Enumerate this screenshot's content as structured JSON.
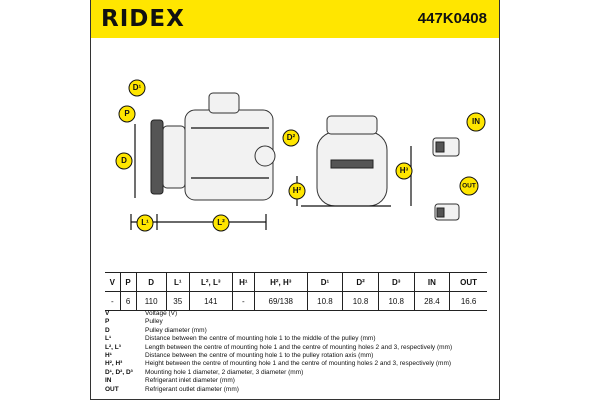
{
  "brand": "RIDEX",
  "part_number": "447K0408",
  "labels": {
    "D1": "D¹",
    "P": "P",
    "D": "D",
    "D2": "D²",
    "H2": "H²",
    "H3": "H³",
    "L1": "L¹",
    "L2": "L²",
    "IN": "IN",
    "OUT": "OUT"
  },
  "table": {
    "headers": [
      "V",
      "P",
      "D",
      "L¹",
      "L², L³",
      "H¹",
      "H², H³",
      "D¹",
      "D²",
      "D³",
      "IN",
      "OUT"
    ],
    "values": [
      "-",
      "6",
      "110",
      "35",
      "141",
      "-",
      "69/138",
      "10.8",
      "10.8",
      "10.8",
      "28.4",
      "16.6"
    ]
  },
  "legend": [
    {
      "key": "V",
      "text": "Voltage (V)"
    },
    {
      "key": "P",
      "text": "Pulley"
    },
    {
      "key": "D",
      "text": "Pulley diameter (mm)"
    },
    {
      "key": "L¹",
      "text": "Distance between the centre of mounting hole 1 to the middle of the pulley (mm)"
    },
    {
      "key": "L², L³",
      "text": "Length between the centre of mounting hole 1 and the centre of mounting holes 2 and 3, respectively (mm)"
    },
    {
      "key": "H¹",
      "text": "Distance between the centre of mounting hole 1 to the pulley rotation axis (mm)"
    },
    {
      "key": "H², H³",
      "text": "Height between the centre of mounting hole 1 and the centre of mounting holes 2 and 3, respectively (mm)"
    },
    {
      "key": "D¹, D², D³",
      "text": "Mounting hole 1 diameter, 2 diameter, 3 diameter (mm)"
    },
    {
      "key": "IN",
      "text": "Refrigerant inlet diameter (mm)"
    },
    {
      "key": "OUT",
      "text": "Refrigerant outlet diameter (mm)"
    }
  ]
}
